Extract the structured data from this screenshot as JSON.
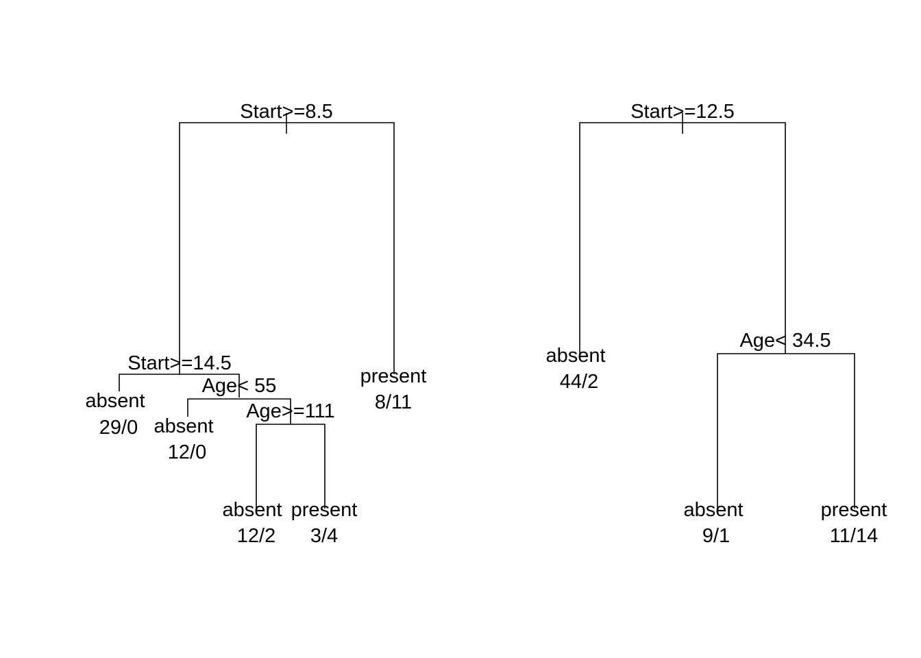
{
  "trees": [
    {
      "splits": [
        {
          "label": "Start>=8.5"
        },
        {
          "label": "Start>=14.5"
        },
        {
          "label": "Age< 55"
        },
        {
          "label": "Age>=111"
        }
      ],
      "leaves": [
        {
          "class": "absent",
          "counts": "29/0"
        },
        {
          "class": "absent",
          "counts": "12/0"
        },
        {
          "class": "absent",
          "counts": "12/2"
        },
        {
          "class": "present",
          "counts": "3/4"
        },
        {
          "class": "present",
          "counts": "8/11"
        }
      ]
    },
    {
      "splits": [
        {
          "label": "Start>=12.5"
        },
        {
          "label": "Age< 34.5"
        }
      ],
      "leaves": [
        {
          "class": "absent",
          "counts": "44/2"
        },
        {
          "class": "absent",
          "counts": "9/1"
        },
        {
          "class": "present",
          "counts": "11/14"
        }
      ]
    }
  ]
}
